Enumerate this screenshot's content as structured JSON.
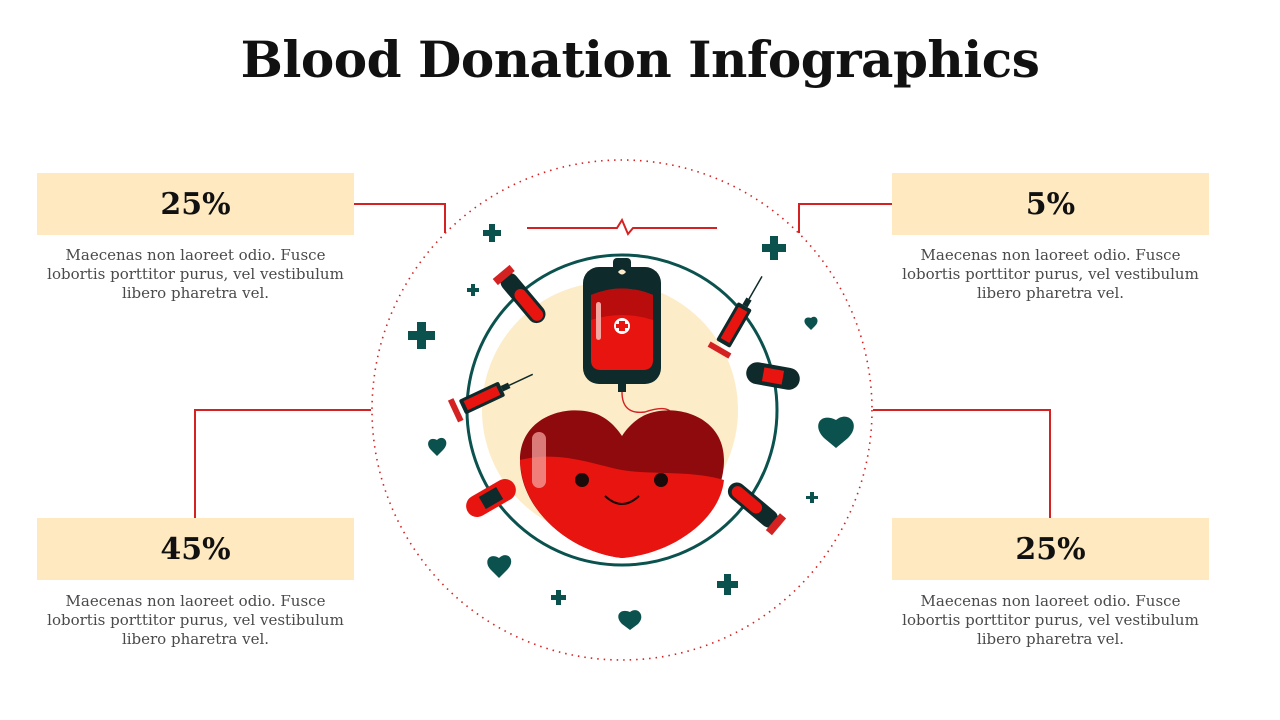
{
  "title": "Blood Donation Infographics",
  "colors": {
    "box_fill": "#fee9c0",
    "accent_red": "#d42222",
    "dark_teal": "#0b524e",
    "blood_red": "#e8140f",
    "dark_red": "#8f0a0c",
    "cream": "#fdecc8"
  },
  "stats": [
    {
      "value": "25%",
      "text": "Maecenas non laoreet odio. Fusce lobortis porttitor purus, vel vestibulum libero pharetra vel."
    },
    {
      "value": "5%",
      "text": "Maecenas non laoreet odio. Fusce lobortis porttitor purus, vel vestibulum libero pharetra vel."
    },
    {
      "value": "45%",
      "text": "Maecenas non laoreet odio. Fusce lobortis porttitor purus, vel vestibulum libero pharetra vel."
    },
    {
      "value": "25%",
      "text": "Maecenas non laoreet odio. Fusce lobortis porttitor purus, vel vestibulum libero pharetra vel."
    }
  ],
  "icons": [
    "blood-bag-icon",
    "heart-icon",
    "syringe-icon",
    "test-tube-icon",
    "bandage-icon",
    "medical-cross-icon",
    "heartbeat-line-icon"
  ]
}
